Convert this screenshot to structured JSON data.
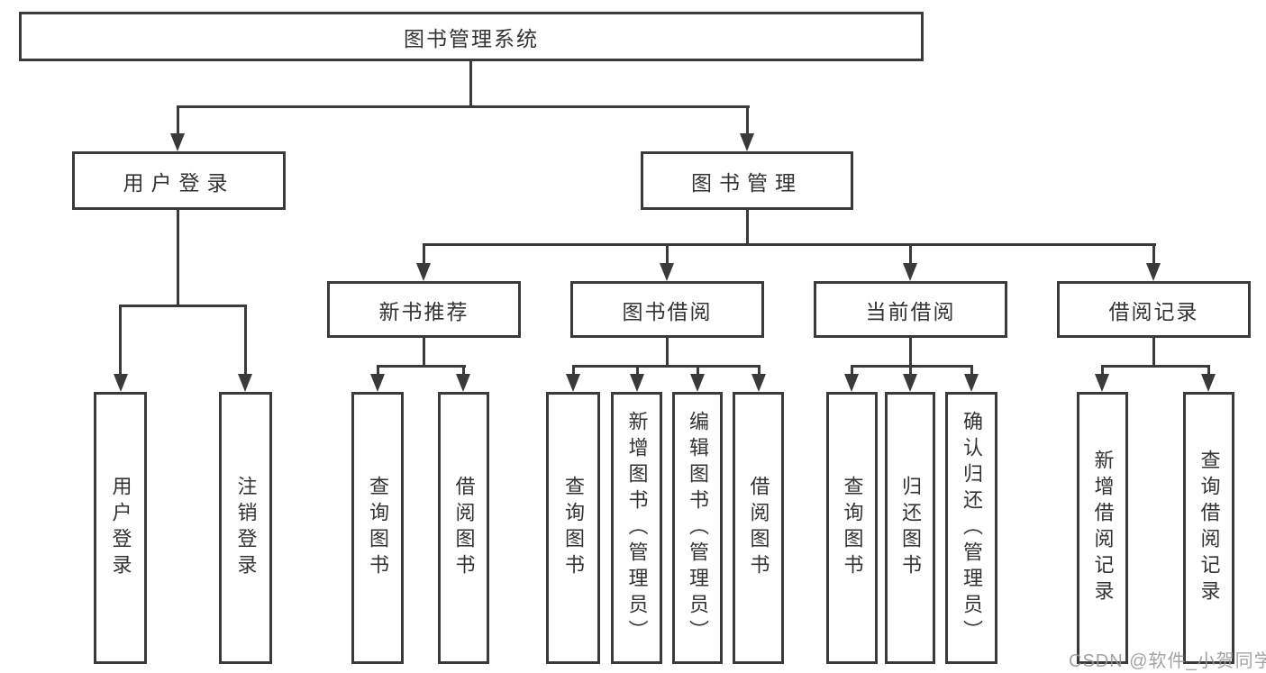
{
  "nodes": {
    "root": {
      "label": "图书管理系统"
    },
    "user_login": {
      "label": "用户登录",
      "children": {
        "login": {
          "label": "用户登录"
        },
        "logout": {
          "label": "注销登录"
        }
      }
    },
    "book_mgmt": {
      "label": "图书管理",
      "children": {
        "new_book": {
          "label": "新书推荐",
          "children": {
            "query": {
              "label": "查询图书"
            },
            "borrow": {
              "label": "借阅图书"
            }
          }
        },
        "book_borrow": {
          "label": "图书借阅",
          "children": {
            "query": {
              "label": "查询图书"
            },
            "add": {
              "label": "新增图书（管理员）"
            },
            "edit": {
              "label": "编辑图书（管理员）"
            },
            "borrow": {
              "label": "借阅图书"
            }
          }
        },
        "current_borrow": {
          "label": "当前借阅",
          "children": {
            "query": {
              "label": "查询图书"
            },
            "return": {
              "label": "归还图书"
            },
            "confirm": {
              "label": "确认归还（管理员）"
            }
          }
        },
        "borrow_records": {
          "label": "借阅记录",
          "children": {
            "add": {
              "label": "新增借阅记录"
            },
            "query": {
              "label": "查询借阅记录"
            }
          }
        }
      }
    }
  },
  "watermark": {
    "text": "CSDN @软件_小贺同学"
  },
  "colors": {
    "line": "#3a3a3a",
    "text": "#333333",
    "background": "#ffffff",
    "watermark": "#969696"
  }
}
